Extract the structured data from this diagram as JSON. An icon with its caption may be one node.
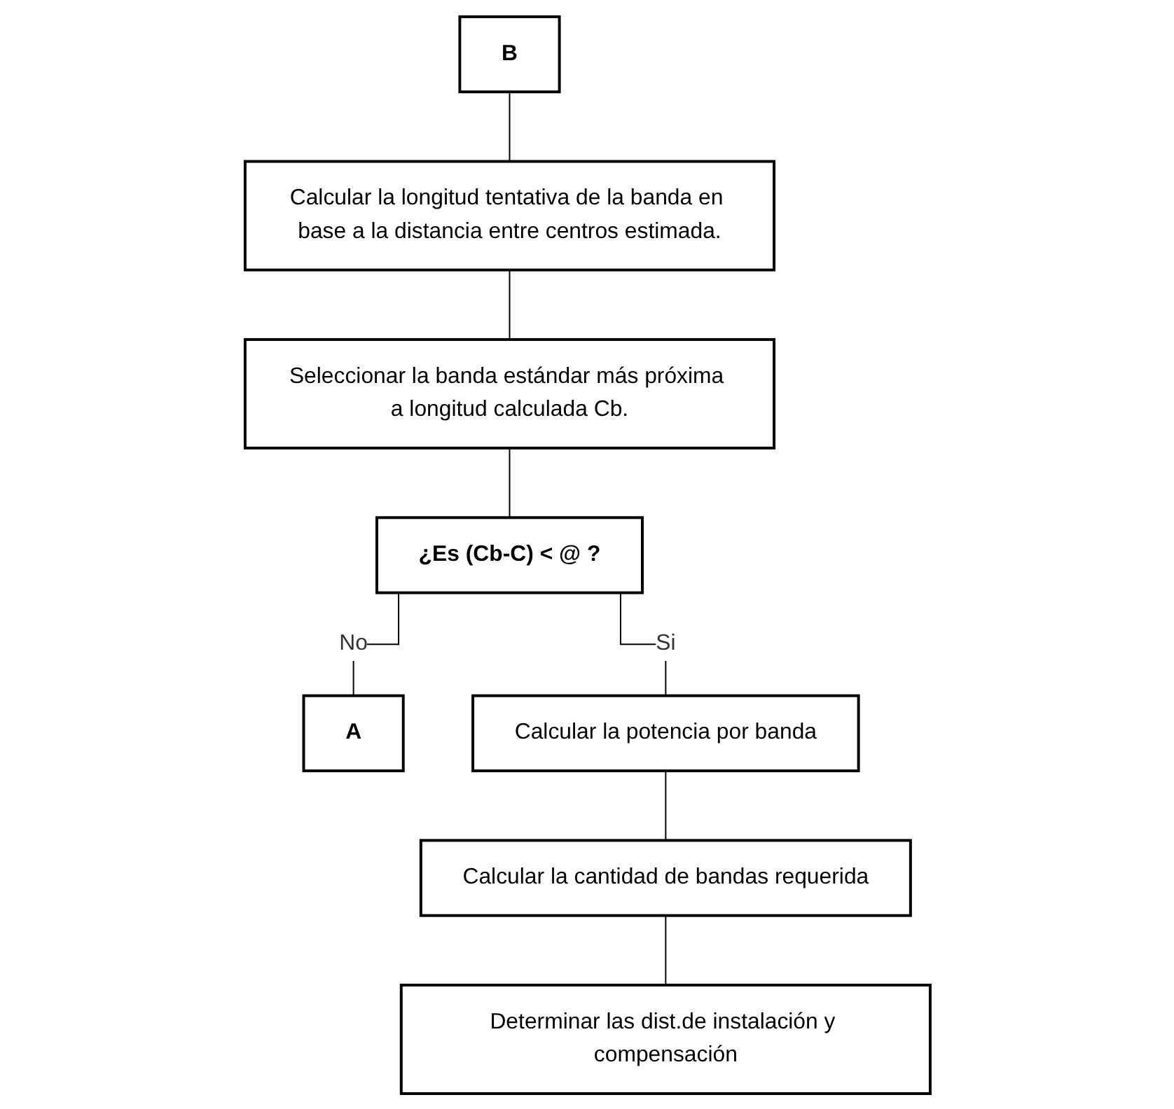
{
  "diagram": {
    "nodes": [
      {
        "text": [
          "B"
        ]
      },
      {
        "text": [
          "Calcular la longitud tentativa de la banda en base a la distancia entre centros estimada."
        ]
      },
      {
        "text": [
          "Seleccionar la banda estándar más próxima a longitud calculada Cb."
        ]
      },
      {
        "text": [
          "¿Es (Cb-C) < @ ?"
        ]
      },
      {
        "text": [
          "A"
        ]
      },
      {
        "text": [
          "Calcular la potencia por banda"
        ]
      },
      {
        "text": [
          "Calcular la cantidad de bandas requerida"
        ]
      },
      {
        "text": [
          "Determinar las dist.de instalación y compensación"
        ]
      }
    ],
    "edges": [
      {
        "from": 0,
        "to": 1,
        "arrow": "none"
      },
      {
        "from": 1,
        "to": 2,
        "arrow": "none"
      },
      {
        "from": 2,
        "to": 3,
        "arrow": "none"
      },
      {
        "from": 3,
        "to": 4,
        "arrow": "none",
        "label": "No"
      },
      {
        "from": 3,
        "to": 5,
        "arrow": "none",
        "label": "Si"
      },
      {
        "from": 5,
        "to": 6,
        "arrow": "none"
      },
      {
        "from": 6,
        "to": 7,
        "arrow": "none"
      }
    ]
  }
}
